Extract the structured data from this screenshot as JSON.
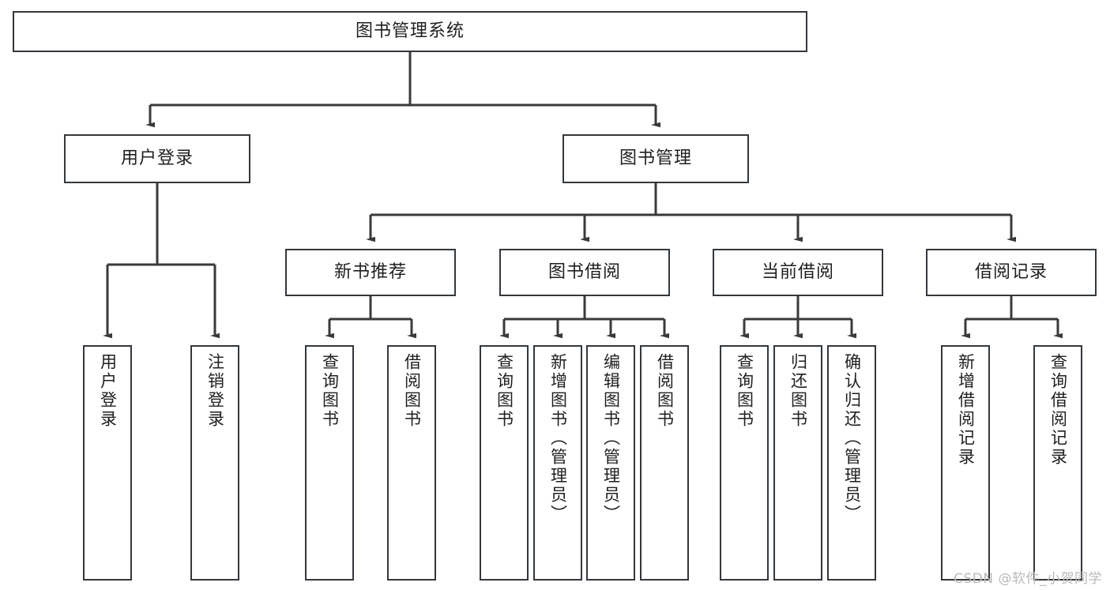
{
  "diagram": {
    "title": "图书管理系统",
    "type": "tree-hierarchy",
    "watermark": "CSDN @软件_小贺同学",
    "colors": {
      "node_border": "#33383d",
      "node_fill": "#ffffff",
      "edge": "#3a3a3a",
      "text": "#1f1f1f",
      "watermark": "#b9b9b9",
      "background": "#ffffff"
    },
    "levels": [
      {
        "level": 1,
        "nodes": [
          {
            "id": "root",
            "label": "图书管理系统",
            "orientation": "horizontal"
          }
        ]
      },
      {
        "level": 2,
        "nodes": [
          {
            "id": "login",
            "label": "用户登录",
            "orientation": "horizontal",
            "parent": "root"
          },
          {
            "id": "bookmgmt",
            "label": "图书管理",
            "orientation": "horizontal",
            "parent": "root"
          }
        ]
      },
      {
        "level": 3,
        "nodes": [
          {
            "id": "newbook",
            "label": "新书推荐",
            "orientation": "horizontal",
            "parent": "bookmgmt"
          },
          {
            "id": "borrow",
            "label": "图书借阅",
            "orientation": "horizontal",
            "parent": "bookmgmt"
          },
          {
            "id": "current",
            "label": "当前借阅",
            "orientation": "horizontal",
            "parent": "bookmgmt"
          },
          {
            "id": "records",
            "label": "借阅记录",
            "orientation": "horizontal",
            "parent": "bookmgmt"
          }
        ]
      },
      {
        "level": 4,
        "nodes": [
          {
            "id": "leaf-login-1",
            "label": "用户登录",
            "orientation": "vertical",
            "parent": "login"
          },
          {
            "id": "leaf-login-2",
            "label": "注销登录",
            "orientation": "vertical",
            "parent": "login"
          },
          {
            "id": "leaf-newbook-1",
            "label": "查询图书",
            "orientation": "vertical",
            "parent": "newbook"
          },
          {
            "id": "leaf-newbook-2",
            "label": "借阅图书",
            "orientation": "vertical",
            "parent": "newbook"
          },
          {
            "id": "leaf-borrow-1",
            "label": "查询图书",
            "orientation": "vertical",
            "parent": "borrow"
          },
          {
            "id": "leaf-borrow-2",
            "label": "新增图书（管理员）",
            "orientation": "vertical",
            "parent": "borrow"
          },
          {
            "id": "leaf-borrow-3",
            "label": "编辑图书（管理员）",
            "orientation": "vertical",
            "parent": "borrow"
          },
          {
            "id": "leaf-borrow-4",
            "label": "借阅图书",
            "orientation": "vertical",
            "parent": "borrow"
          },
          {
            "id": "leaf-current-1",
            "label": "查询图书",
            "orientation": "vertical",
            "parent": "current"
          },
          {
            "id": "leaf-current-2",
            "label": "归还图书",
            "orientation": "vertical",
            "parent": "current"
          },
          {
            "id": "leaf-current-3",
            "label": "确认归还（管理员）",
            "orientation": "vertical",
            "parent": "current"
          },
          {
            "id": "leaf-records-1",
            "label": "新增借阅记录",
            "orientation": "vertical",
            "parent": "records"
          },
          {
            "id": "leaf-records-2",
            "label": "查询借阅记录",
            "orientation": "vertical",
            "parent": "records"
          }
        ]
      }
    ]
  }
}
